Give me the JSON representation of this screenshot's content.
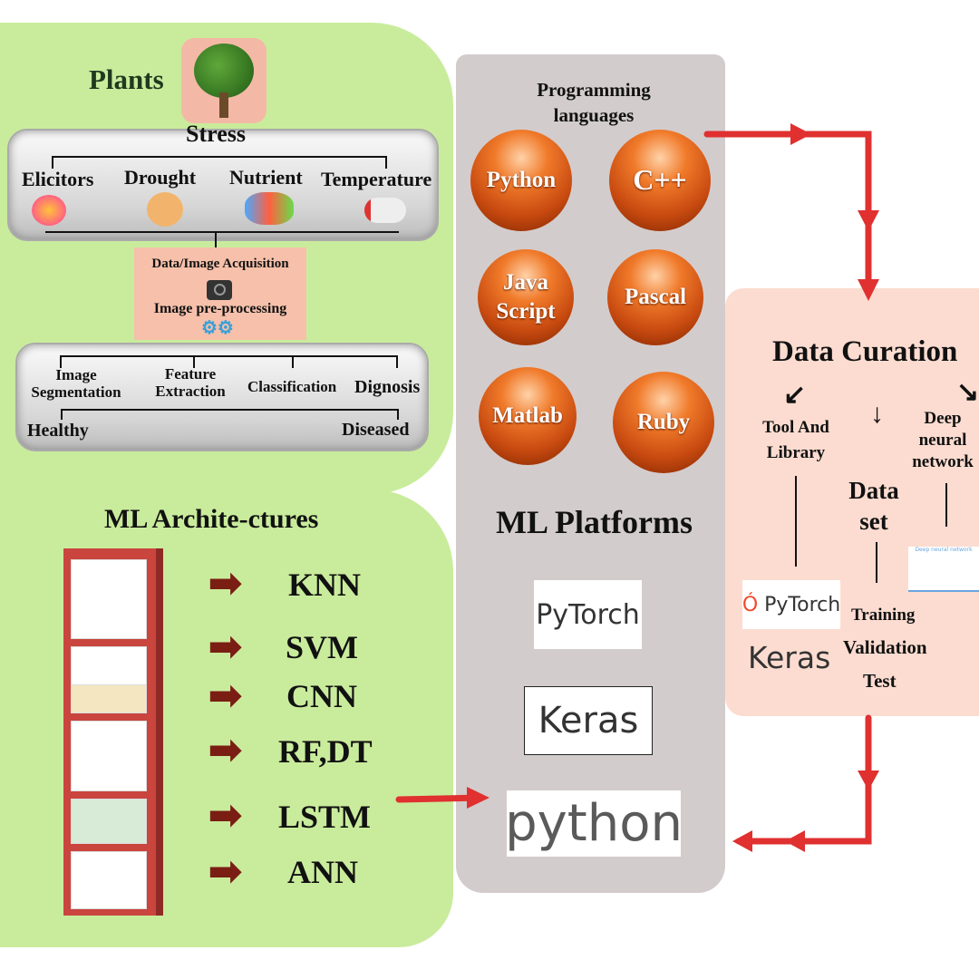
{
  "plants": {
    "title": "Plants",
    "stress": "Stress",
    "stress_types": [
      "Elicitors",
      "Drought",
      "Nutrient",
      "Temperature"
    ],
    "acquisition": "Data/Image Acquisition",
    "preprocessing": "Image pre-processing",
    "steps": [
      "Image Segmentation",
      "Feature Extraction",
      "Classification",
      "Dignosis"
    ],
    "outcomes": [
      "Healthy",
      "Diseased"
    ]
  },
  "ml_arch": {
    "title": "ML Archite-ctures",
    "models": [
      "KNN",
      "SVM",
      "CNN",
      "RF,DT",
      "LSTM",
      "ANN"
    ]
  },
  "platforms": {
    "languages_title": "Programming languages",
    "languages": [
      "Python",
      "C++",
      "Java Script",
      "Pascal",
      "Matlab",
      "Ruby"
    ],
    "title": "ML Platforms",
    "logos": [
      "PyTorch",
      "Keras",
      "python"
    ]
  },
  "curation": {
    "title": "Data Curation",
    "branches": [
      "Tool And Library",
      "Data set",
      "Deep neural network"
    ],
    "tools": [
      "PyTorch",
      "Keras"
    ],
    "splits": [
      "Training",
      "Validation",
      "Test"
    ],
    "dnn_caption": "Deep neural network"
  },
  "colors": {
    "green_panel": "#c9ec9c",
    "gray_panel": "#d3cccc",
    "peach_panel": "#fcdcd0",
    "arrow_red": "#e03030",
    "sphere_orange": "#e0641e"
  }
}
